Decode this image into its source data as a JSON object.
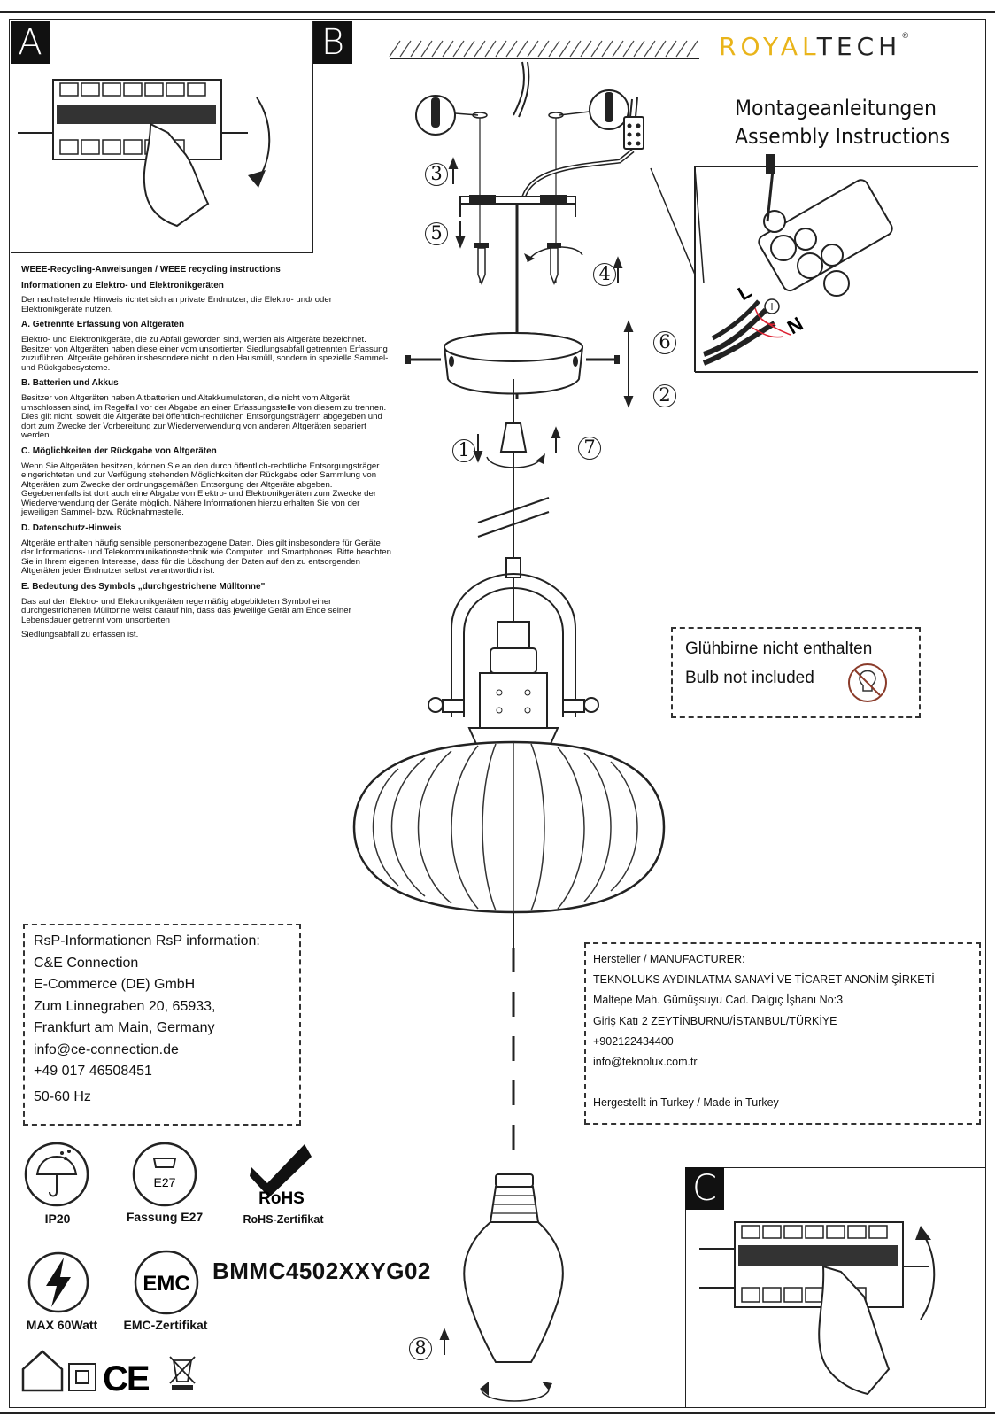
{
  "panels": {
    "a": "A",
    "b": "B",
    "c": "C"
  },
  "brand": {
    "name_part1": "ROYAL",
    "name_part2": "TECH",
    "mark": "®",
    "accent": "#e9b41a"
  },
  "heading": {
    "de": "Montageanleitungen",
    "en": "Assembly Instructions"
  },
  "weee": {
    "title": "WEEE-Recycling-Anweisungen / WEEE recycling instructions",
    "subtitle": "Informationen zu Elektro- und Elektronikgeräten",
    "intro": "Der nachstehende Hinweis richtet sich an private Endnutzer, die Elektro- und/ oder Elektronikgeräte nutzen.",
    "a_title": "A. Getrennte Erfassung von Altgeräten",
    "a_text": "Elektro- und Elektronikgeräte, die zu Abfall geworden sind, werden als Altgeräte bezeichnet. Besitzer von Altgeräten haben diese einer vom unsortierten Siedlungsabfall getrennten Erfassung zuzuführen. Altgeräte gehören insbesondere nicht in den Hausmüll, sondern in spezielle Sammel- und Rückgabesysteme.",
    "b_title": "B. Batterien und Akkus",
    "b_text": "Besitzer von Altgeräten haben Altbatterien und Altakkumulatoren, die nicht vom Altgerät umschlossen sind, im Regelfall vor der Abgabe an einer Erfassungsstelle von diesem zu trennen. Dies gilt nicht, soweit die Altgeräte bei öffentlich-rechtlichen Entsorgungsträgern abgegeben und dort zum Zwecke der Vorbereitung zur Wiederverwendung von anderen Altgeräten separiert werden.",
    "c_title": "C. Möglichkeiten der Rückgabe von Altgeräten",
    "c_text": "Wenn Sie Altgeräten besitzen, können Sie an den durch öffentlich-rechtliche Entsorgungsträger eingerichteten und zur Verfügung stehenden Möglichkeiten der Rückgabe oder Sammlung von Altgeräten zum Zwecke der ordnungsgemäßen Entsorgung der Altgeräte abgeben. Gegebenenfalls ist dort auch eine Abgabe von Elektro- und Elektronikgeräten zum Zwecke der Wiederverwendung der Geräte möglich. Nähere Informationen hierzu erhalten Sie von der jeweiligen Sammel- bzw. Rücknahmestelle.",
    "d_title": "D. Datenschutz-Hinweis",
    "d_text": "Altgeräte enthalten häufig sensible personenbezogene Daten. Dies gilt insbesondere für Geräte der Informations- und Telekommunikationstechnik wie Computer und Smartphones. Bitte beachten Sie in Ihrem eigenen Interesse, dass für die Löschung der Daten auf den zu entsorgenden Altgeräten jeder Endnutzer selbst verantwortlich ist.",
    "e_title": "E. Bedeutung des Symbols „durchgestrichene Mülltonne\"",
    "e_text": "Das auf den Elektro- und Elektronikgeräten regelmäßig abgebildeten Symbol einer durchgestrichenen Mülltonne weist darauf hin, dass das jeweilige Gerät am Ende seiner Lebensdauer getrennt vom unsortierten",
    "e_text2": "Siedlungsabfall zu erfassen ist."
  },
  "rsp": {
    "title": "RsP-Informationen RsP information:",
    "lines": [
      "C&E Connection",
      "E-Commerce (DE) GmbH",
      "Zum Linnegraben 20, 65933,",
      "Frankfurt am Main, Germany",
      "info@ce-connection.de",
      "+49 017 46508451",
      "50-60 Hz"
    ]
  },
  "manufacturer": {
    "title": "Hersteller / MANUFACTURER:",
    "lines": [
      "TEKNOLUKS AYDINLATMA SANAYİ VE TİCARET ANONİM ŞİRKETİ",
      "Maltepe Mah. Gümüşsuyu Cad. Dalgıç İşhanı No:3",
      "Giriş Katı 2 ZEYTİNBURNU/İSTANBUL/TÜRKİYE",
      "+902122434400",
      "info@teknolux.com.tr"
    ],
    "made_in": "Hergestellt in Turkey / Made in Turkey"
  },
  "bulb_note": {
    "de": "Glühbirne nicht enthalten",
    "en": "Bulb not included"
  },
  "symbols": {
    "ip": "IP20",
    "socket": "Fassung E27",
    "socket_icon_text": "E27",
    "rohs_icon_text": "RoHS",
    "rohs": "RoHS-Zertifikat",
    "power": "MAX 60Watt",
    "emc_icon_text": "EMC",
    "emc": "EMC-Zertifikat",
    "ce_icon_text": "CE"
  },
  "model": "BMMC4502XXYG02",
  "steps": [
    "1",
    "2",
    "3",
    "4",
    "5",
    "6",
    "7",
    "8"
  ],
  "wiring": {
    "l": "L",
    "n": "N"
  }
}
